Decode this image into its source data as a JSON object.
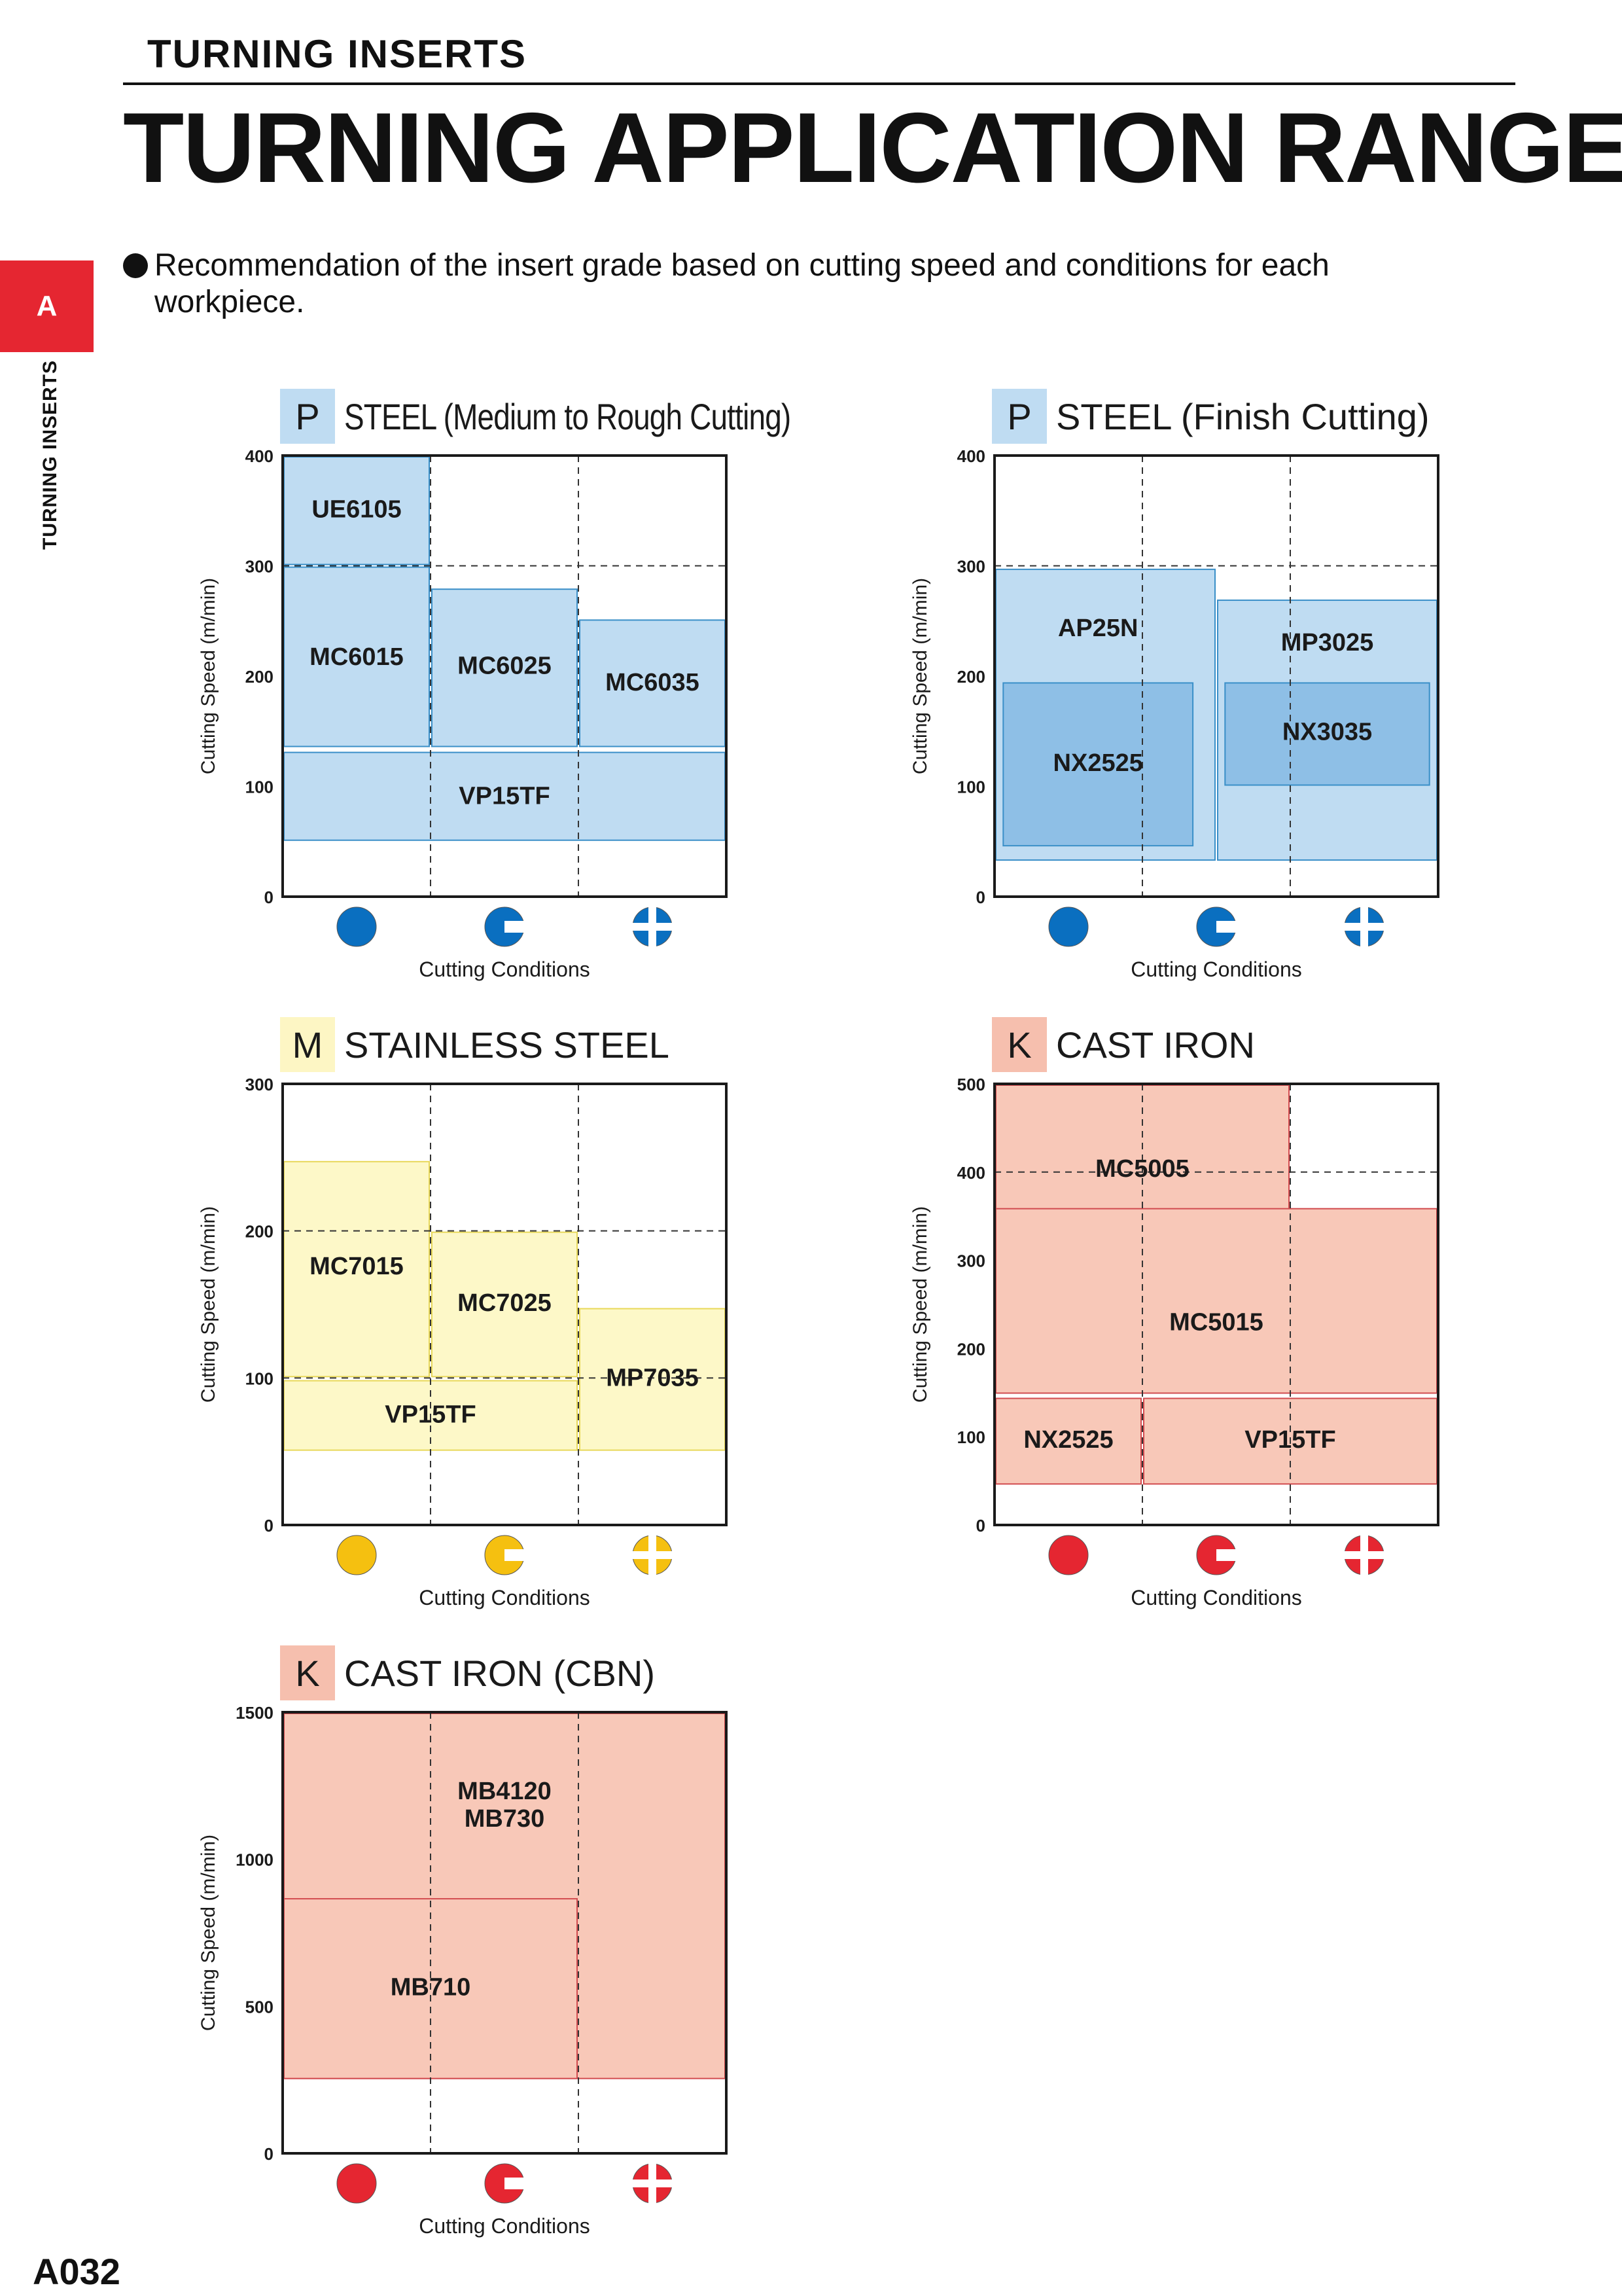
{
  "header": {
    "section": "TURNING INSERTS",
    "title": "TURNING APPLICATION RANGE"
  },
  "side_tab": {
    "letter": "A",
    "label": "TURNING INSERTS"
  },
  "intro": {
    "line1": "Recommendation of the insert grade based on cutting speed and conditions for each",
    "line2": "workpiece."
  },
  "page_number": "A032",
  "colors": {
    "steel_fill": "#bfdcf2",
    "steel_dark_fill": "#8ebfe6",
    "steel_stroke": "#3a8fc8",
    "steel_icon": "#0a6fc0",
    "steel_badge": "#bfdcf2",
    "stainless_fill": "#fdf8c8",
    "stainless_stroke": "#e8d85a",
    "stainless_icon": "#f5c010",
    "stainless_badge": "#fdf6c4",
    "cast_fill": "#f8c8b8",
    "cast_stroke": "#d24c50",
    "cast_icon": "#e52631",
    "cast_badge": "#f6bfae"
  },
  "chart_data": [
    {
      "id": "steel-rough",
      "type": "table",
      "badge": "P",
      "title": "STEEL (Medium to Rough Cutting)",
      "ylabel": "Cutting Speed (m/min)",
      "xlabel": "Cutting Conditions",
      "ylim": [
        0,
        400
      ],
      "yticks": [
        0,
        100,
        200,
        300,
        400
      ],
      "hgrid": [
        300
      ],
      "theme": "steel",
      "conditions": [
        "continuous",
        "light-interrupted",
        "heavy-interrupted"
      ],
      "grades": [
        {
          "name": "UE6105",
          "x0": 0,
          "x1": 1,
          "y0": 300,
          "y1": 400,
          "label_y": 350,
          "label_x": 0.5
        },
        {
          "name": "MC6015",
          "x0": 0,
          "x1": 1,
          "y0": 135,
          "y1": 300,
          "label_y": 216,
          "label_x": 0.5
        },
        {
          "name": "MC6025",
          "x0": 1,
          "x1": 2,
          "y0": 135,
          "y1": 280,
          "label_y": 208,
          "label_x": 1.5
        },
        {
          "name": "MC6035",
          "x0": 2,
          "x1": 3,
          "y0": 135,
          "y1": 252,
          "label_y": 193,
          "label_x": 2.5
        },
        {
          "name": "VP15TF",
          "x0": 0,
          "x1": 3,
          "y0": 50,
          "y1": 132,
          "label_y": 90,
          "label_x": 1.5
        }
      ]
    },
    {
      "id": "steel-finish",
      "type": "table",
      "badge": "P",
      "title": "STEEL (Finish Cutting)",
      "ylabel": "Cutting Speed (m/min)",
      "xlabel": "Cutting Conditions",
      "ylim": [
        0,
        400
      ],
      "yticks": [
        0,
        100,
        200,
        300,
        400
      ],
      "hgrid": [
        300
      ],
      "theme": "steel",
      "conditions": [
        "continuous",
        "light-interrupted",
        "heavy-interrupted"
      ],
      "grades": [
        {
          "name": "AP25N",
          "x0": 0,
          "x1": 1.5,
          "y0": 32,
          "y1": 298,
          "label_y": 242,
          "label_x": 0.7
        },
        {
          "name": "MP3025",
          "x0": 1.5,
          "x1": 3,
          "y0": 32,
          "y1": 270,
          "label_y": 229,
          "label_x": 2.25
        },
        {
          "name": "NX2525",
          "x0": 0.05,
          "x1": 1.35,
          "y0": 45,
          "y1": 195,
          "label_y": 120,
          "label_x": 0.7,
          "dark": true
        },
        {
          "name": "NX3035",
          "x0": 1.55,
          "x1": 2.95,
          "y0": 100,
          "y1": 195,
          "label_y": 148,
          "label_x": 2.25,
          "dark": true
        }
      ]
    },
    {
      "id": "stainless",
      "type": "table",
      "badge": "M",
      "title": "STAINLESS STEEL",
      "ylabel": "Cutting Speed (m/min)",
      "xlabel": "Cutting Conditions",
      "ylim": [
        0,
        300
      ],
      "yticks": [
        0,
        100,
        200,
        300
      ],
      "hgrid": [
        200,
        100
      ],
      "theme": "stainless",
      "conditions": [
        "continuous",
        "light-interrupted",
        "heavy-interrupted"
      ],
      "grades": [
        {
          "name": "MC7015",
          "x0": 0,
          "x1": 1,
          "y0": 100,
          "y1": 248,
          "label_y": 175,
          "label_x": 0.5
        },
        {
          "name": "MC7025",
          "x0": 1,
          "x1": 2,
          "y0": 100,
          "y1": 200,
          "label_y": 150,
          "label_x": 1.5
        },
        {
          "name": "MP7035",
          "x0": 2,
          "x1": 3,
          "y0": 50,
          "y1": 148,
          "label_y": 99,
          "label_x": 2.5
        },
        {
          "name": "VP15TF",
          "x0": 0,
          "x1": 2,
          "y0": 50,
          "y1": 99,
          "label_y": 74,
          "label_x": 1.0
        }
      ]
    },
    {
      "id": "cast-iron",
      "type": "table",
      "badge": "K",
      "title": "CAST IRON",
      "ylabel": "Cutting Speed (m/min)",
      "xlabel": "Cutting Conditions",
      "ylim": [
        0,
        500
      ],
      "yticks": [
        0,
        100,
        200,
        300,
        400,
        500
      ],
      "hgrid": [
        400
      ],
      "theme": "cast",
      "conditions": [
        "continuous",
        "light-interrupted",
        "heavy-interrupted"
      ],
      "grades": [
        {
          "name": "MC5005",
          "x0": 0,
          "x1": 2,
          "y0": 305,
          "y1": 500,
          "label_y": 402,
          "label_x": 1.0
        },
        {
          "name": "MC5015",
          "x0": 0,
          "x1": 3,
          "y0": 148,
          "y1": 360,
          "label_y": 228,
          "label_x": 1.5
        },
        {
          "name": "NX2525",
          "x0": 0,
          "x1": 1,
          "y0": 45,
          "y1": 145,
          "label_y": 95,
          "label_x": 0.5
        },
        {
          "name": "VP15TF",
          "x0": 1,
          "x1": 3,
          "y0": 45,
          "y1": 145,
          "label_y": 95,
          "label_x": 2.0
        }
      ]
    },
    {
      "id": "cast-iron-cbn",
      "type": "table",
      "badge": "K",
      "title": "CAST IRON (CBN)",
      "ylabel": "Cutting Speed (m/min)",
      "xlabel": "Cutting Conditions",
      "ylim": [
        0,
        1500
      ],
      "yticks": [
        0,
        500,
        1000,
        1500
      ],
      "hgrid": [],
      "theme": "cast",
      "conditions": [
        "continuous",
        "light-interrupted",
        "heavy-interrupted"
      ],
      "grades": [
        {
          "name": "MB4120\nMB730",
          "x0": 0,
          "x1": 3,
          "y0": 250,
          "y1": 1500,
          "label_y": 1180,
          "label_x": 1.5
        },
        {
          "name": "MB710",
          "x0": 0,
          "x1": 2,
          "y0": 250,
          "y1": 870,
          "label_y": 560,
          "label_x": 1.0
        }
      ]
    }
  ]
}
